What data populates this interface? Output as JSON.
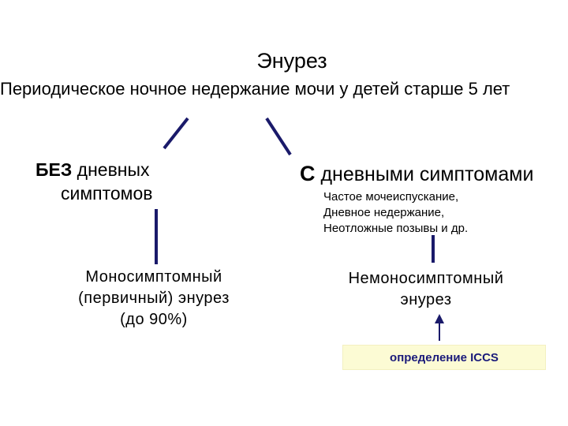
{
  "title": "Энурез",
  "subtitle": "Периодическое ночное недержание мочи у детей старше 5 лет",
  "left_branch": {
    "heading_bold": "БЕЗ",
    "heading_rest": " дневных",
    "heading_line2": "симптомов",
    "result_line1": "Моносимптомный",
    "result_line2": "(первичный) энурез",
    "result_line3": "(до 90%)"
  },
  "right_branch": {
    "heading_bold": "С",
    "heading_rest": " дневными симптомами",
    "symptom_1": "Частое мочеиспускание,",
    "symptom_2": "Дневное недержание,",
    "symptom_3": "Неотложные позывы и др.",
    "result_line1": "Немоносимптомный",
    "result_line2": "энурез"
  },
  "iccs_label": "определение ICCS",
  "colors": {
    "connector": "#1a1a6a",
    "iccs_background": "#fcfbd4",
    "iccs_text": "#1a1a7a"
  }
}
